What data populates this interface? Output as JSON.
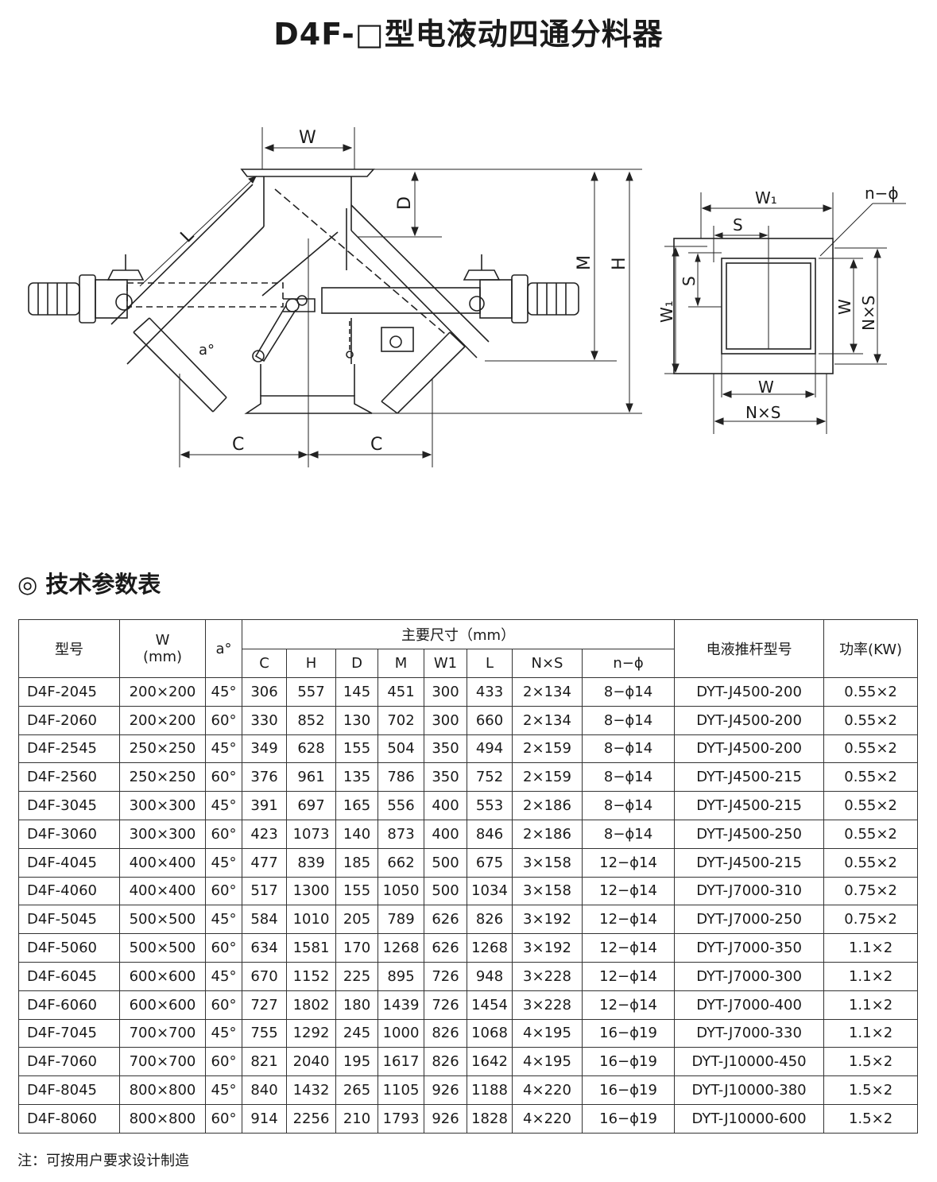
{
  "title": "D4F-□型电液动四通分料器",
  "drawing": {
    "labels": {
      "w": "W",
      "d": "D",
      "l": "L",
      "m": "M",
      "h": "H",
      "c_left": "C",
      "c_right": "C",
      "angle": "a°",
      "w1_top": "W₁",
      "n_phi": "n−ϕ",
      "s_top": "S",
      "s_left": "S",
      "w1_left": "W₁",
      "w_right": "W",
      "nxs_right": "N×S",
      "w_bottom": "W",
      "nxs_bottom": "N×S"
    }
  },
  "section": {
    "mark": "◎",
    "title": "技术参数表"
  },
  "table": {
    "headers": {
      "model": "型号",
      "w": "W",
      "w_unit": "(mm)",
      "angle": "a°",
      "main_dims": "主要尺寸（mm）",
      "c": "C",
      "h": "H",
      "d": "D",
      "m": "M",
      "w1": "W1",
      "l": "L",
      "nxs": "N×S",
      "nphi": "n−ϕ",
      "actuator": "电液推杆型号",
      "power": "功率(KW)"
    },
    "rows": [
      [
        "D4F-2045",
        "200×200",
        "45°",
        "306",
        "557",
        "145",
        "451",
        "300",
        "433",
        "2×134",
        "8−ϕ14",
        "DYT-J4500-200",
        "0.55×2"
      ],
      [
        "D4F-2060",
        "200×200",
        "60°",
        "330",
        "852",
        "130",
        "702",
        "300",
        "660",
        "2×134",
        "8−ϕ14",
        "DYT-J4500-200",
        "0.55×2"
      ],
      [
        "D4F-2545",
        "250×250",
        "45°",
        "349",
        "628",
        "155",
        "504",
        "350",
        "494",
        "2×159",
        "8−ϕ14",
        "DYT-J4500-200",
        "0.55×2"
      ],
      [
        "D4F-2560",
        "250×250",
        "60°",
        "376",
        "961",
        "135",
        "786",
        "350",
        "752",
        "2×159",
        "8−ϕ14",
        "DYT-J4500-215",
        "0.55×2"
      ],
      [
        "D4F-3045",
        "300×300",
        "45°",
        "391",
        "697",
        "165",
        "556",
        "400",
        "553",
        "2×186",
        "8−ϕ14",
        "DYT-J4500-215",
        "0.55×2"
      ],
      [
        "D4F-3060",
        "300×300",
        "60°",
        "423",
        "1073",
        "140",
        "873",
        "400",
        "846",
        "2×186",
        "8−ϕ14",
        "DYT-J4500-250",
        "0.55×2"
      ],
      [
        "D4F-4045",
        "400×400",
        "45°",
        "477",
        "839",
        "185",
        "662",
        "500",
        "675",
        "3×158",
        "12−ϕ14",
        "DYT-J4500-215",
        "0.55×2"
      ],
      [
        "D4F-4060",
        "400×400",
        "60°",
        "517",
        "1300",
        "155",
        "1050",
        "500",
        "1034",
        "3×158",
        "12−ϕ14",
        "DYT-J7000-310",
        "0.75×2"
      ],
      [
        "D4F-5045",
        "500×500",
        "45°",
        "584",
        "1010",
        "205",
        "789",
        "626",
        "826",
        "3×192",
        "12−ϕ14",
        "DYT-J7000-250",
        "0.75×2"
      ],
      [
        "D4F-5060",
        "500×500",
        "60°",
        "634",
        "1581",
        "170",
        "1268",
        "626",
        "1268",
        "3×192",
        "12−ϕ14",
        "DYT-J7000-350",
        "1.1×2"
      ],
      [
        "D4F-6045",
        "600×600",
        "45°",
        "670",
        "1152",
        "225",
        "895",
        "726",
        "948",
        "3×228",
        "12−ϕ14",
        "DYT-J7000-300",
        "1.1×2"
      ],
      [
        "D4F-6060",
        "600×600",
        "60°",
        "727",
        "1802",
        "180",
        "1439",
        "726",
        "1454",
        "3×228",
        "12−ϕ14",
        "DYT-J7000-400",
        "1.1×2"
      ],
      [
        "D4F-7045",
        "700×700",
        "45°",
        "755",
        "1292",
        "245",
        "1000",
        "826",
        "1068",
        "4×195",
        "16−ϕ19",
        "DYT-J7000-330",
        "1.1×2"
      ],
      [
        "D4F-7060",
        "700×700",
        "60°",
        "821",
        "2040",
        "195",
        "1617",
        "826",
        "1642",
        "4×195",
        "16−ϕ19",
        "DYT-J10000-450",
        "1.5×2"
      ],
      [
        "D4F-8045",
        "800×800",
        "45°",
        "840",
        "1432",
        "265",
        "1105",
        "926",
        "1188",
        "4×220",
        "16−ϕ19",
        "DYT-J10000-380",
        "1.5×2"
      ],
      [
        "D4F-8060",
        "800×800",
        "60°",
        "914",
        "2256",
        "210",
        "1793",
        "926",
        "1828",
        "4×220",
        "16−ϕ19",
        "DYT-J10000-600",
        "1.5×2"
      ]
    ]
  },
  "note": "注：可按用户要求设计制造"
}
